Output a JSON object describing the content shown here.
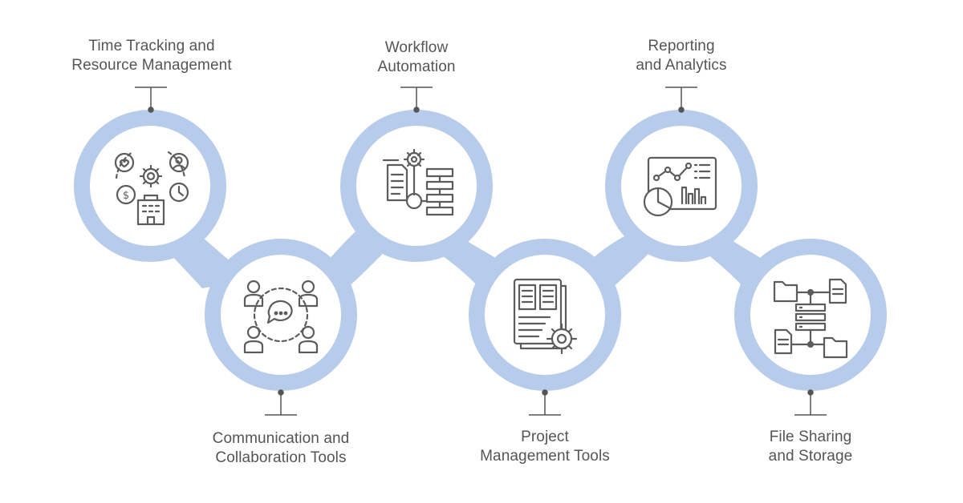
{
  "colors": {
    "ring": "#b7cbeb",
    "icon": "#5c5c5c",
    "text": "#555555",
    "connector": "#555555"
  },
  "steps": [
    {
      "id": "time-tracking",
      "icon": "clock-gear-people-icon",
      "lines": [
        "Time Tracking and",
        "Resource Management"
      ]
    },
    {
      "id": "communication",
      "icon": "team-chat-icon",
      "lines": [
        "Communication and",
        "Collaboration Tools"
      ]
    },
    {
      "id": "workflow",
      "icon": "flowchart-gear-icon",
      "lines": [
        "Workflow",
        "Automation"
      ]
    },
    {
      "id": "project-management",
      "icon": "document-gear-icon",
      "lines": [
        "Project",
        "Management Tools"
      ]
    },
    {
      "id": "reporting",
      "icon": "analytics-dashboard-icon",
      "lines": [
        "Reporting",
        "and Analytics"
      ]
    },
    {
      "id": "file-sharing",
      "icon": "file-server-icon",
      "lines": [
        "File Sharing",
        "and Storage"
      ]
    }
  ]
}
